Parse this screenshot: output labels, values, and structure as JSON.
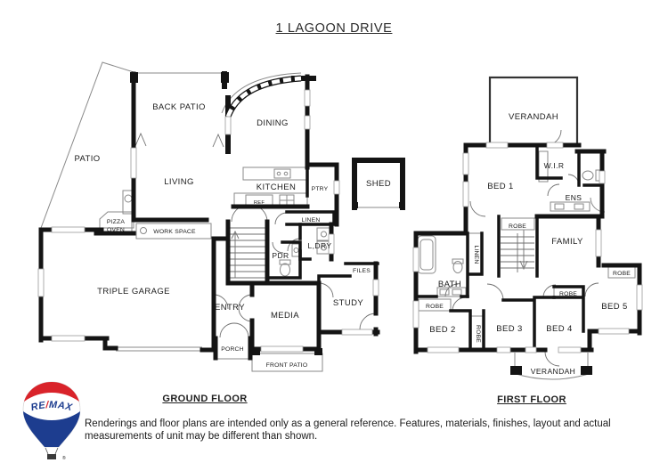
{
  "title": "1 LAGOON DRIVE",
  "ground_floor": {
    "label": "GROUND FLOOR",
    "rooms": {
      "patio": "PATIO",
      "back_patio": "BACK PATIO",
      "dining": "DINING",
      "living": "LIVING",
      "kitchen": "KITCHEN",
      "pantry": "PTRY",
      "fridge": "REF",
      "linen": "LINEN",
      "pizza_oven": [
        "PIZZA",
        "OVEN"
      ],
      "work_space": "WORK SPACE",
      "triple_garage": "TRIPLE GARAGE",
      "laundry": "L,DRY",
      "powder": "PDR",
      "entry": "ENTRY",
      "media": "MEDIA",
      "study": "STUDY",
      "files": "FILES",
      "porch": "PORCH",
      "front_patio": "FRONT PATIO",
      "shed": "SHED"
    }
  },
  "first_floor": {
    "label": "FIRST FLOOR",
    "rooms": {
      "verandah_top": "VERANDAH",
      "bed1": "BED 1",
      "wir": "W.I.R",
      "ens": "ENS",
      "robe_bed1": "ROBE",
      "family": "FAMILY",
      "linen": "LINEN",
      "bath": "BATH",
      "robe_bed2": "ROBE",
      "bed2": "BED 2",
      "robe_mid": "ROBE",
      "bed3": "BED 3",
      "bed4": "BED 4",
      "robe_bed4": "ROBE",
      "robe_bed5": "ROBE",
      "bed5": "BED 5",
      "verandah_bottom": "VERANDAH"
    }
  },
  "logo": {
    "brand_re": "RE",
    "brand_slash": "/",
    "brand_max": "MAX"
  },
  "disclaimer": "Renderings and floor plans are intended only as a general reference. Features, materials, finishes, layout and actual measurements of unit may be different than shown."
}
